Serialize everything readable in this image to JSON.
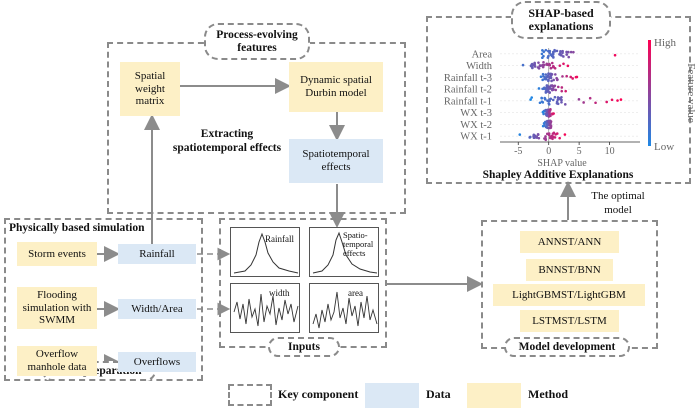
{
  "sections": {
    "process_features": "Process-evolving features",
    "shap_explanations": "SHAP-based explanations",
    "physically_based": "Physically based simulation",
    "data_preparation": "Data preparation",
    "inputs": "Inputs",
    "model_development": "Model development"
  },
  "methods": {
    "spatial_weight": "Spatial weight matrix",
    "dynamic_sdm": "Dynamic spatial Durbin model",
    "storm_events": "Storm events",
    "flooding_sim": "Flooding simulation with SWMM",
    "overflow_data": "Overflow manhole data"
  },
  "data_items": {
    "spatiotemporal_effects": "Spatiotemporal effects",
    "rainfall": "Rainfall",
    "width_area": "Width/Area",
    "overflows": "Overflows"
  },
  "labels": {
    "extracting": "Extracting spatiotemporal effects",
    "optimal_model": "The optimal model",
    "shapley_caption": "Shapley Additive Explanations"
  },
  "input_plots": {
    "rainfall": "Rainfall",
    "spatio": "Spatio-temporal effects",
    "width": "width",
    "area": "area"
  },
  "models": [
    "ANNST/ANN",
    "BNNST/BNN",
    "LightGBMST/LightGBM",
    "LSTMST/LSTM"
  ],
  "legend": {
    "key_component": "Key component",
    "data": "Data",
    "method": "Method"
  },
  "colors": {
    "method_fill": "#fdf0c6",
    "data_fill": "#dbe8f5",
    "dashed_border": "#8a8a8a",
    "arrow": "#8c8c8c"
  },
  "chart_data": {
    "type": "scatter",
    "features": [
      "Area",
      "Width",
      "Rainfall t-3",
      "Rainfall t-2",
      "Rainfall t-1",
      "WX t-3",
      "WX t-2",
      "WX t-1"
    ],
    "xlabel": "SHAP value",
    "xticks": [
      -5,
      0,
      5,
      10
    ],
    "xlim": [
      -8,
      15
    ],
    "colorbar_label": "Feature value",
    "colorbar_high": "High",
    "colorbar_low": "Low",
    "colormap": [
      "#1e88e5",
      "#ff0052"
    ]
  }
}
